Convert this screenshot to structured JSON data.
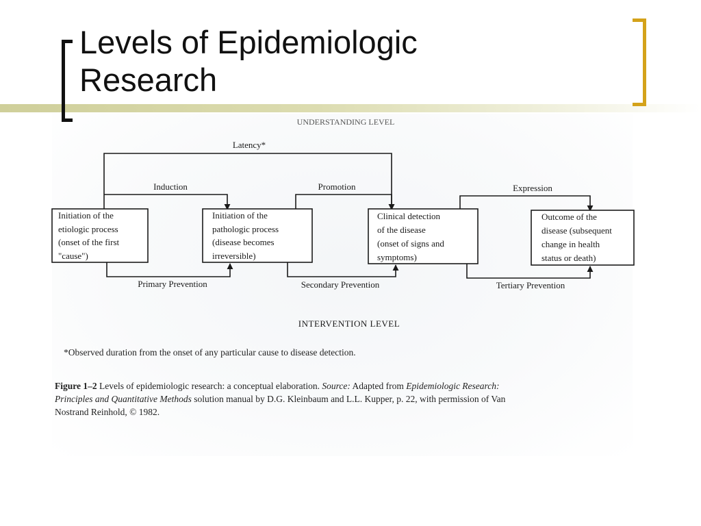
{
  "slide": {
    "title_line1": "Levels of Epidemiologic",
    "title_line2": "Research"
  },
  "diagram": {
    "top_level_label": "UNDERSTANDING LEVEL",
    "latency_label": "Latency*",
    "stage_labels": [
      "Induction",
      "Promotion",
      "Expression"
    ],
    "boxes": [
      {
        "lines": [
          "Initiation of the",
          "etiologic process",
          "(onset of the first",
          "\"cause\")"
        ]
      },
      {
        "lines": [
          "Initiation of the",
          "pathologic process",
          "(disease becomes",
          "irreversible)"
        ]
      },
      {
        "lines": [
          "Clinical detection",
          "of the disease",
          "(onset of signs and",
          "symptoms)"
        ]
      },
      {
        "lines": [
          "Outcome of the",
          "disease (subsequent",
          "change in health",
          "status or death)"
        ]
      }
    ],
    "prevention_labels": [
      "Primary Prevention",
      "Secondary Prevention",
      "Tertiary Prevention"
    ],
    "intervention_label": "INTERVENTION LEVEL"
  },
  "notes": {
    "footnote": "*Observed duration from the onset of any particular cause to disease detection.",
    "caption_lead": "Figure 1–2",
    "caption_part1": " Levels of epidemiologic research: a conceptual elaboration. ",
    "caption_source_label": "Source:",
    "caption_part2": " Adapted from ",
    "caption_book_line1": "Epidemiologic Research:",
    "caption_book_line2": "Principles and Quantitative Methods",
    "caption_part3": " solution manual by D.G. Kleinbaum and L.L. Kupper, p. 22, with permission of Van",
    "caption_line3": "Nostrand Reinhold, © 1982."
  },
  "colors": {
    "bracket_left": "#111111",
    "bracket_right": "#d4a21a",
    "title_band": "#cfcf9a"
  }
}
